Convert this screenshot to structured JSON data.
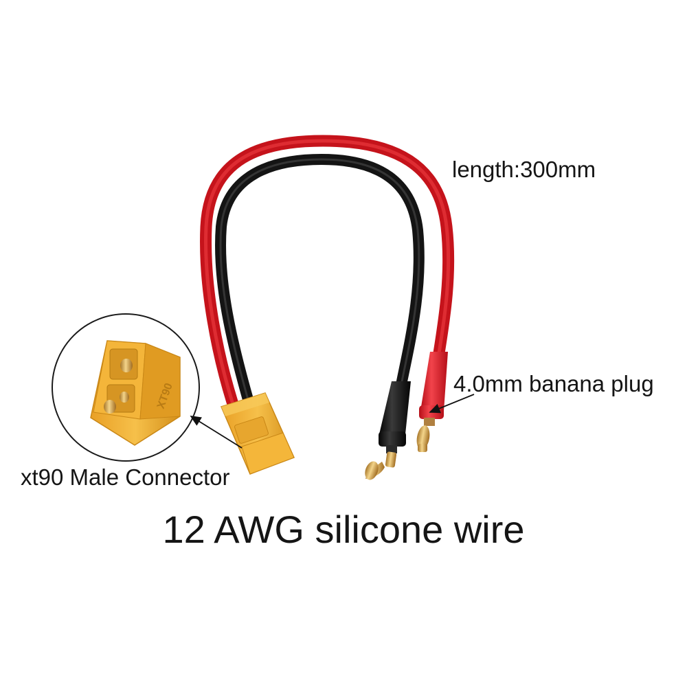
{
  "labels": {
    "length": "length:300mm",
    "banana_plug": "4.0mm banana plug",
    "connector": "xt90 Male Connector",
    "title": "12 AWG silicone wire"
  },
  "connector_marking": "XT90",
  "colors": {
    "red_wire": "#d91c24",
    "black_wire": "#1a1a1a",
    "connector_yellow": "#f2b233",
    "connector_shade": "#d9951c",
    "gold_pin": "#d8a94a",
    "red_plug": "#e8212b",
    "black_plug": "#151515",
    "background": "#ffffff"
  },
  "icons": [
    "arrow-icon",
    "magnifier-circle"
  ]
}
